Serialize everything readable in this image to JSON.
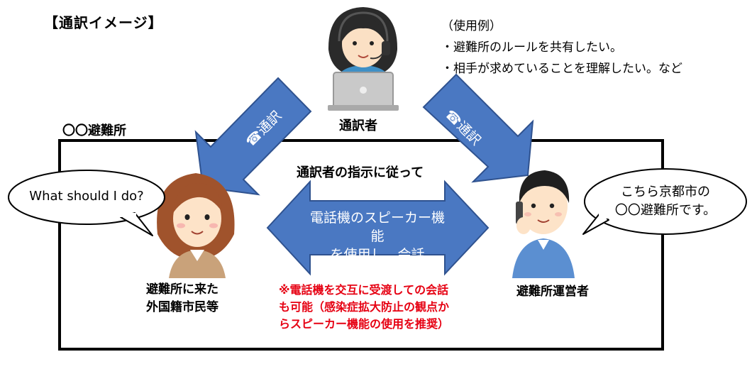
{
  "title": "【通訳イメージ】",
  "examples": {
    "heading": "（使用例）",
    "items": [
      "・避難所のルールを共有したい。",
      "・相手が求めていることを理解したい。など"
    ]
  },
  "shelter_label": "〇〇避難所",
  "interpreter_label": "通訳者",
  "left_arrow_label": "☎通訳",
  "right_arrow_label": "☎通訳",
  "instruction": "通訳者の指示に従って",
  "phone_arrow": {
    "line1": "電話機のスピーカー機能",
    "line2": "を使用し，会話"
  },
  "foreigner": {
    "speech": "What should I do?",
    "label_line1": "避難所に来た",
    "label_line2": "外国籍市民等"
  },
  "operator": {
    "speech_line1": "こちら京都市の",
    "speech_line2": "〇〇避難所です。",
    "label": "避難所運営者"
  },
  "note": {
    "line1": "※電話機を交互に受渡しての会話",
    "line2": "も可能（感染症拡大防止の観点か",
    "line3": "らスピーカー機能の使用を推奨）"
  },
  "colors": {
    "arrow_blue": "#4a78c2",
    "arrow_border": "#2f528f",
    "note_red": "#e60012"
  }
}
